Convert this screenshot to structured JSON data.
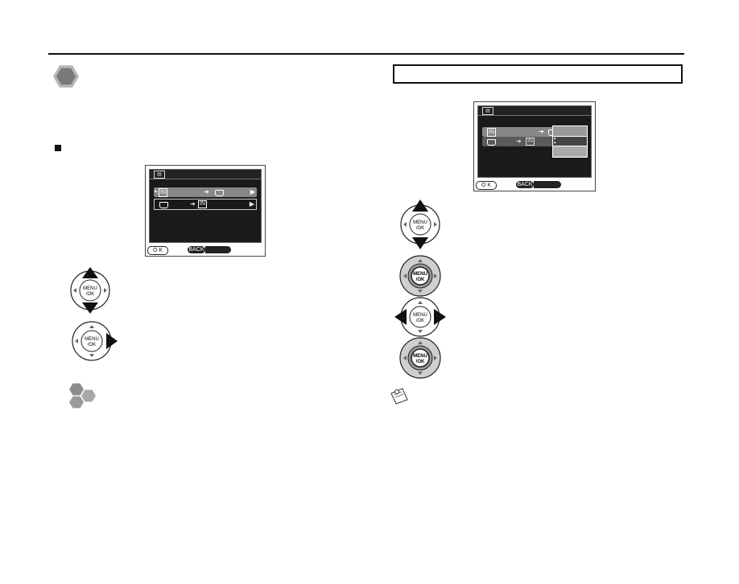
{
  "left": {
    "intro_icon": "gray-hexagon-icon",
    "bullet_icon": "black-square-bullet",
    "lcd": {
      "title_icon": "setup-menu-icon",
      "row1_from": "IN",
      "row1_to_icon": "memory-card-icon",
      "row2_to": "IN",
      "ok_label": "O K",
      "back_label": "BACK"
    },
    "dial1": {
      "label": "MENU/\nOK",
      "icon": "dial-up-down-icon"
    },
    "dial2": {
      "label": "MENU/\nOK",
      "icon": "dial-right-icon"
    },
    "hint_icon": "three-hexagons-icon"
  },
  "right": {
    "lcd": {
      "title_icon": "setup-menu-icon",
      "row1_from": "IN",
      "row2_to": "IN",
      "ok_label": "O K",
      "back_label": "BACK"
    },
    "dials": [
      {
        "label": "MENU/\nOK",
        "icon": "dial-up-down-icon"
      },
      {
        "label": "MENU/\nOK",
        "icon": "dial-press-icon"
      },
      {
        "label": "MENU/\nOK",
        "icon": "dial-left-right-icon"
      },
      {
        "label": "MENU/\nOK",
        "icon": "dial-press-icon"
      }
    ],
    "note_icon": "memo-note-icon"
  }
}
